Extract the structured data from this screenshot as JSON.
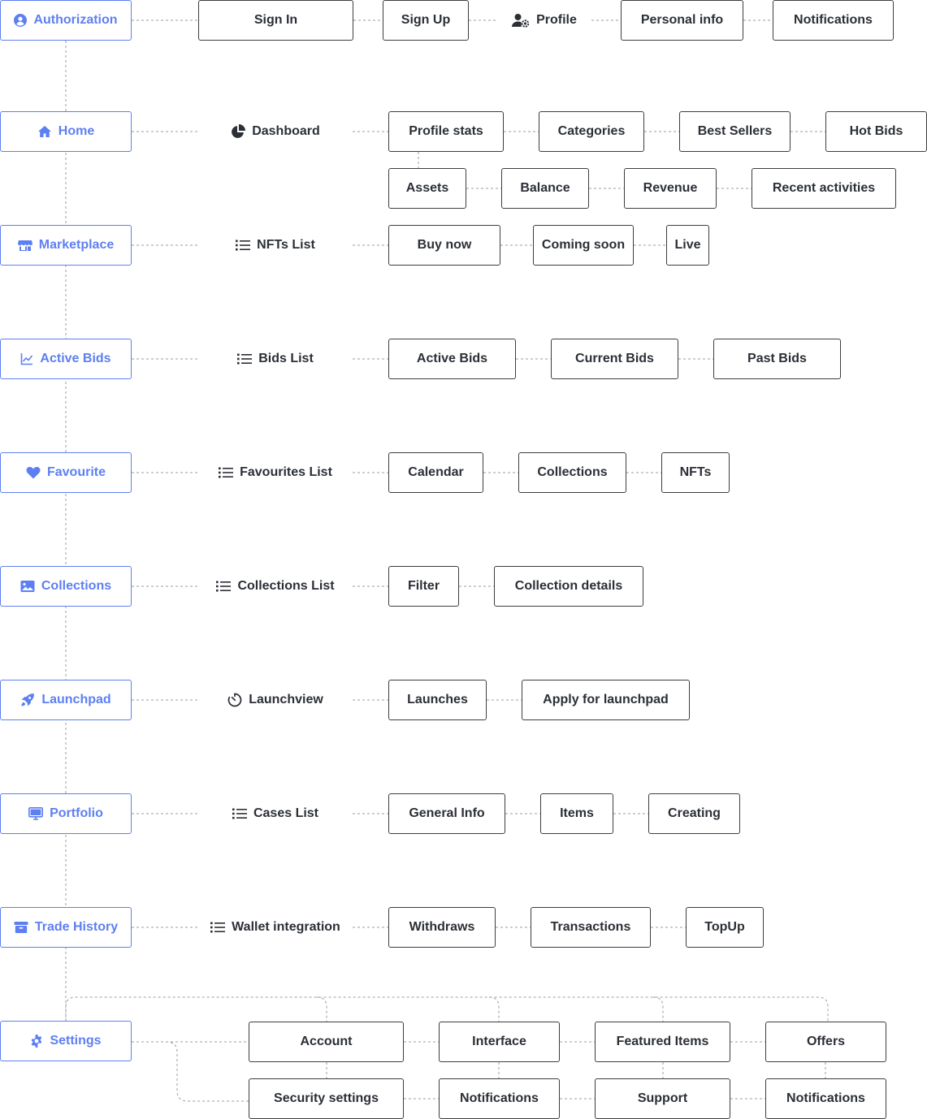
{
  "colors": {
    "accent": "#5d7ff2",
    "text": "#2b2f36",
    "border": "#3a3d42",
    "connector": "#9a9da3"
  },
  "sections": [
    {
      "id": "authorization",
      "label": "Authorization",
      "icon": "user-circle-icon",
      "hub": {
        "label": "Profile",
        "icon": "user-cog-icon"
      },
      "pre": [
        "Sign In",
        "Sign Up"
      ],
      "rows": [
        [
          "Personal info",
          "Notifications"
        ]
      ]
    },
    {
      "id": "home",
      "label": "Home",
      "icon": "home-icon",
      "hub": {
        "label": "Dashboard",
        "icon": "pie-chart-icon"
      },
      "rows": [
        [
          "Profile stats",
          "Categories",
          "Best Sellers",
          "Hot Bids"
        ],
        [
          "Assets",
          "Balance",
          "Revenue",
          "Recent activities"
        ]
      ]
    },
    {
      "id": "marketplace",
      "label": "Marketplace",
      "icon": "store-icon",
      "hub": {
        "label": "NFTs List",
        "icon": "list-icon"
      },
      "rows": [
        [
          "Buy now",
          "Coming soon",
          "Live"
        ]
      ]
    },
    {
      "id": "active-bids",
      "label": "Active Bids",
      "icon": "chart-line-icon",
      "hub": {
        "label": "Bids List",
        "icon": "list-icon"
      },
      "rows": [
        [
          "Active Bids",
          "Current Bids",
          "Past Bids"
        ]
      ]
    },
    {
      "id": "favourite",
      "label": "Favourite",
      "icon": "heart-icon",
      "hub": {
        "label": "Favourites List",
        "icon": "list-icon"
      },
      "rows": [
        [
          "Calendar",
          "Collections",
          "NFTs"
        ]
      ]
    },
    {
      "id": "collections",
      "label": "Collections",
      "icon": "image-icon",
      "hub": {
        "label": "Collections List",
        "icon": "list-icon"
      },
      "rows": [
        [
          "Filter",
          "Collection details"
        ]
      ]
    },
    {
      "id": "launchpad",
      "label": "Launchpad",
      "icon": "rocket-icon",
      "hub": {
        "label": "Launchview",
        "icon": "timer-icon"
      },
      "rows": [
        [
          "Launches",
          "Apply for launchpad"
        ]
      ]
    },
    {
      "id": "portfolio",
      "label": "Portfolio",
      "icon": "monitor-icon",
      "hub": {
        "label": "Cases List",
        "icon": "list-icon"
      },
      "rows": [
        [
          "General Info",
          "Items",
          "Creating"
        ]
      ]
    },
    {
      "id": "trade-history",
      "label": "Trade History",
      "icon": "archive-icon",
      "hub": {
        "label": "Wallet integration",
        "icon": "list-icon"
      },
      "rows": [
        [
          "Withdraws",
          "Transactions",
          "TopUp"
        ]
      ]
    },
    {
      "id": "settings",
      "label": "Settings",
      "icon": "gear-icon",
      "rows": [
        [
          "Account",
          "Interface",
          "Featured Items",
          "Offers"
        ],
        [
          "Security settings",
          "Notifications",
          "Support",
          "Notifications"
        ]
      ]
    }
  ]
}
